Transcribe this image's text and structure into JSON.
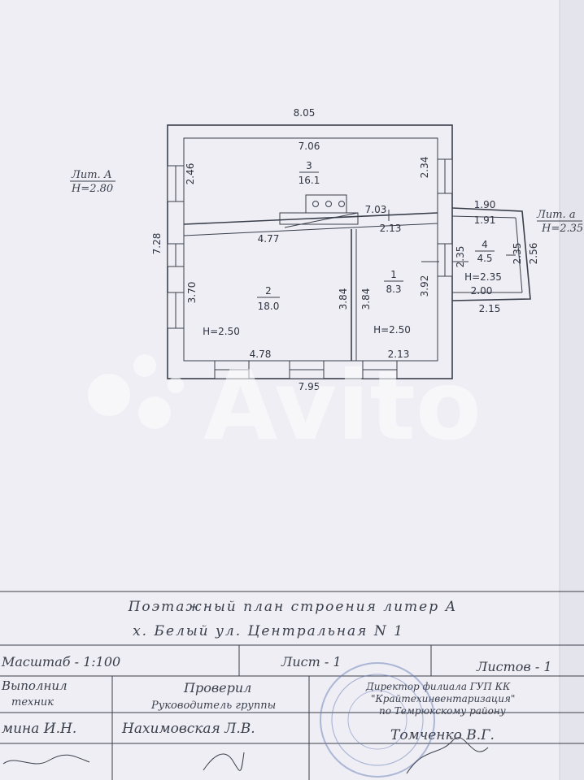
{
  "plan": {
    "lit_a": "Лит. А",
    "lit_a_h": "H=2.80",
    "lit_right": "Лит. а",
    "lit_right_h": "H=2.35",
    "dims": {
      "top_outer": "8.05",
      "top_inner": "7.06",
      "bottom_outer": "7.95",
      "left_outer": "7.28",
      "left_top": "2.46",
      "right_top": "2.34",
      "mid_7_03": "7.03",
      "mid_2_13": "2.13",
      "mid_4_77": "4.77",
      "room2_h": "3.70",
      "room2_bottom": "4.78",
      "r2_right1": "3.84",
      "r2_right2": "3.84",
      "r1_right": "3.92",
      "r1_bottom": "2.13",
      "ext_top1": "1.90",
      "ext_top2": "1.91",
      "ext_left": "2.35",
      "ext_right1": "2.35",
      "ext_right2": "2.56",
      "ext_bottom1": "2.00",
      "ext_bottom2": "2.15"
    },
    "rooms": [
      {
        "num": "3",
        "area": "16.1",
        "height": ""
      },
      {
        "num": "2",
        "area": "18.0",
        "height": "H=2.50"
      },
      {
        "num": "1",
        "area": "8.3",
        "height": "H=2.50"
      },
      {
        "num": "4",
        "area": "4.5",
        "height": "H=2.35"
      }
    ]
  },
  "stamp": {
    "title": "Поэтажный план строения литер А",
    "address": "х. Белый ул. Центральная N 1",
    "scale": "Масштаб - 1:100",
    "sheet": "Лист - 1",
    "sheets": "Листов - 1",
    "executed": "Выполнил",
    "executed_role": "техник",
    "checked": "Проверил",
    "checked_role": "Руководитель группы",
    "director_line1": "Директор филиала ГУП КК",
    "director_line2": "\"Крайтехинвентаризация\"",
    "director_line3": "по Темрюкскому району",
    "name_exec": "мина И.Н.",
    "name_check": "Нахимовская Л.В.",
    "name_director": "Томченко В.Г."
  }
}
